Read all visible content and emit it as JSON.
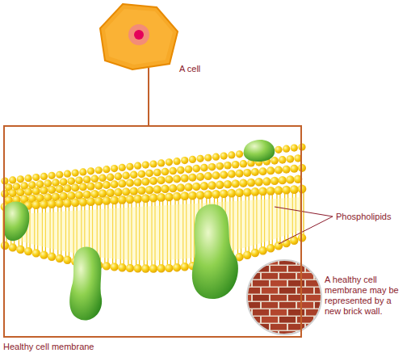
{
  "diagram": {
    "nodes": [
      {
        "text": [
          "A cell"
        ]
      },
      {
        "text": [
          "Healthy cell membrane"
        ]
      }
    ],
    "edges": [
      {
        "from": 0,
        "to": 1,
        "arrow": "none"
      }
    ],
    "labels": [
      "Phospholipids",
      "A healthy cell membrane may be represented by a new brick wall."
    ]
  }
}
